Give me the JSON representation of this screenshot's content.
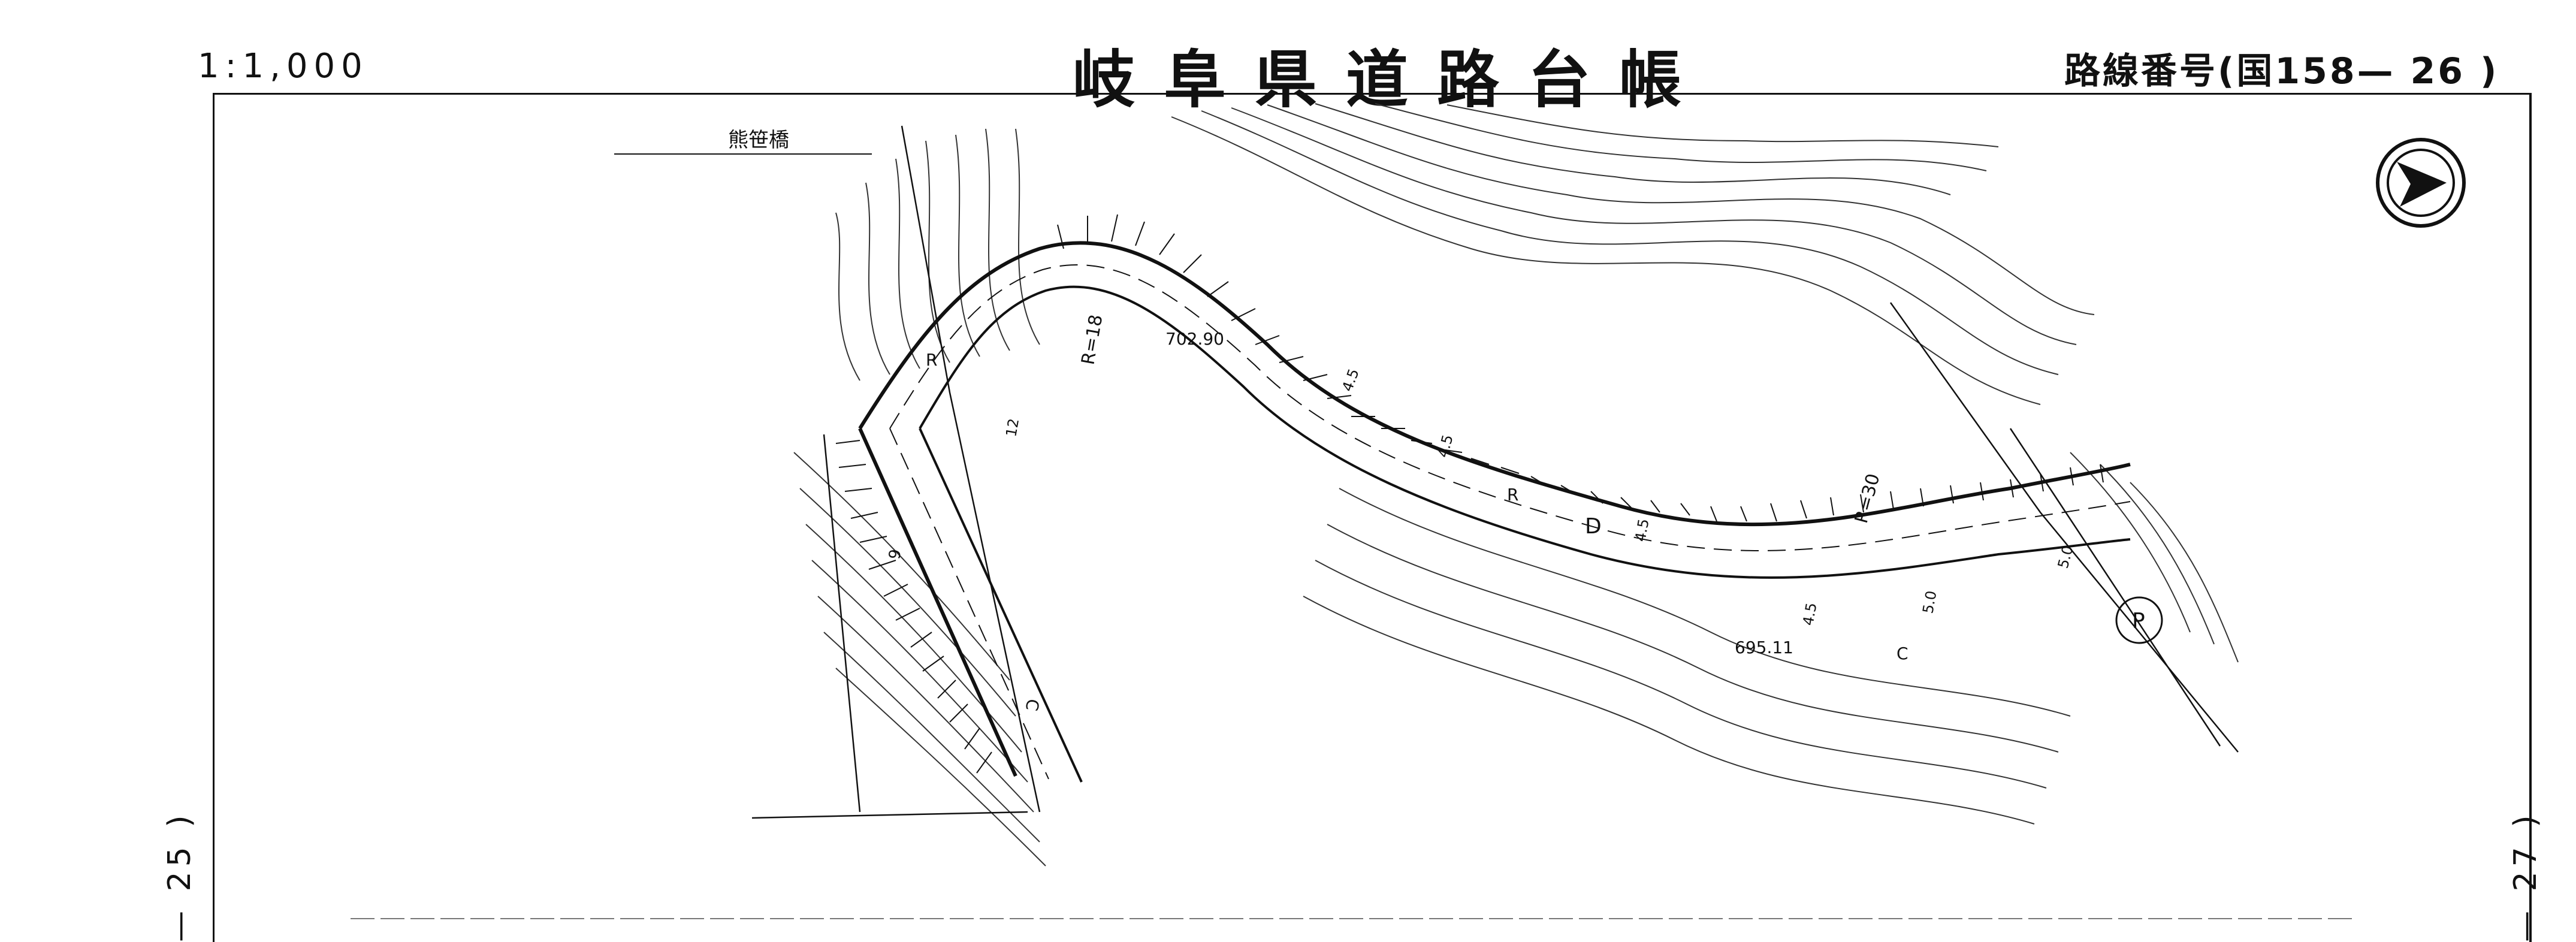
{
  "header": {
    "scale": "1:1,000",
    "title": "岐阜県道路台帳",
    "route_number": "路線番号(国158— 26 )"
  },
  "page_numbers": {
    "left": "— 25 )",
    "right": "— 27 )"
  },
  "map": {
    "bridge_name": "熊笹橋",
    "labels": {
      "elevation_a": "702.90",
      "elevation_b": "695.11",
      "radius_a": "R=18",
      "radius_b": "R=30",
      "width_45": "4.5",
      "width_50": "5.0",
      "width_12": "12",
      "width_6": "6",
      "r_mark": "R",
      "d_mark": "D",
      "c_mark": "C",
      "p_mark": "P"
    },
    "north_arrow_icon": "north-arrow-icon"
  }
}
